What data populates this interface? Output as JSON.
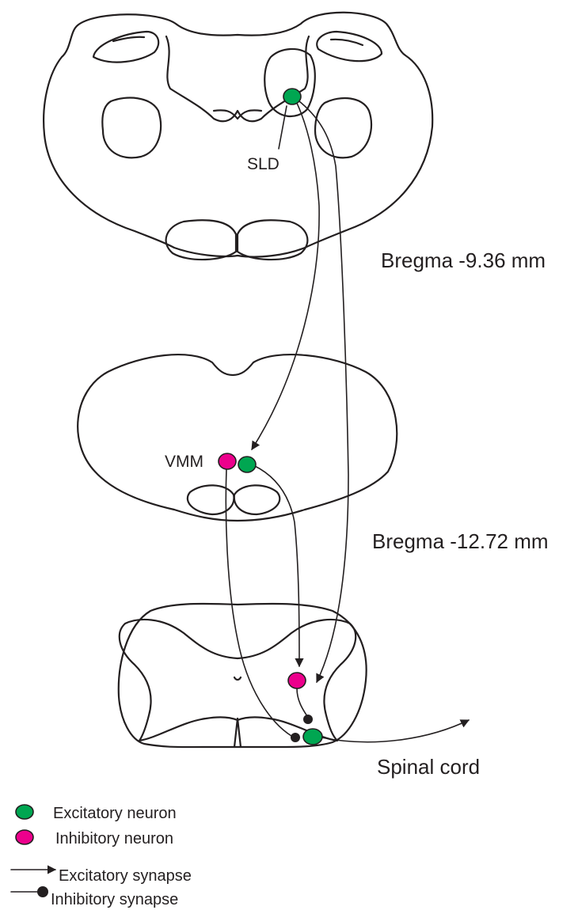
{
  "labels": {
    "sld": "SLD",
    "vmm": "VMM",
    "bregma_1": "Bregma -9.36 mm",
    "bregma_2": "Bregma -12.72 mm",
    "spinal_cord": "Spinal cord"
  },
  "legend": {
    "excitatory_neuron": "Excitatory neuron",
    "inhibitory_neuron": "Inhibitory neuron",
    "excitatory_synapse": "Excitatory synapse",
    "inhibitory_synapse": "Inhibitory synapse"
  },
  "colors": {
    "excitatory": "#00a651",
    "inhibitory": "#ec008c",
    "line": "#231f20"
  }
}
